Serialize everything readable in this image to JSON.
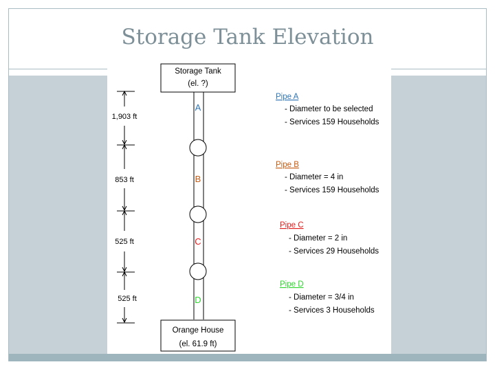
{
  "slide": {
    "title": "Storage Tank Elevation"
  },
  "tank": {
    "name": "Storage Tank",
    "elevation": "(el. ?)"
  },
  "house": {
    "name": "Orange House",
    "elevation": "(el. 61.9 ft)"
  },
  "pipes": [
    {
      "letter": "A",
      "length": "1,903 ft",
      "title": "Pipe A",
      "color": "#2e74b5",
      "details": [
        "- Diameter to be selected",
        "- Services 159 Households"
      ]
    },
    {
      "letter": "B",
      "length": "853 ft",
      "title": "Pipe B",
      "color": "#c55a11",
      "details": [
        "- Diameter = 4 in",
        "- Services 159 Households"
      ]
    },
    {
      "letter": "C",
      "length": "525 ft",
      "title": "Pipe C",
      "color": "#e41b1b",
      "details": [
        "- Diameter = 2 in",
        "- Services 29 Households"
      ]
    },
    {
      "letter": "D",
      "length": "525 ft",
      "title": "Pipe D",
      "color": "#2ed62e",
      "details": [
        "- Diameter = 3/4 in",
        "- Services 3 Households"
      ]
    }
  ]
}
